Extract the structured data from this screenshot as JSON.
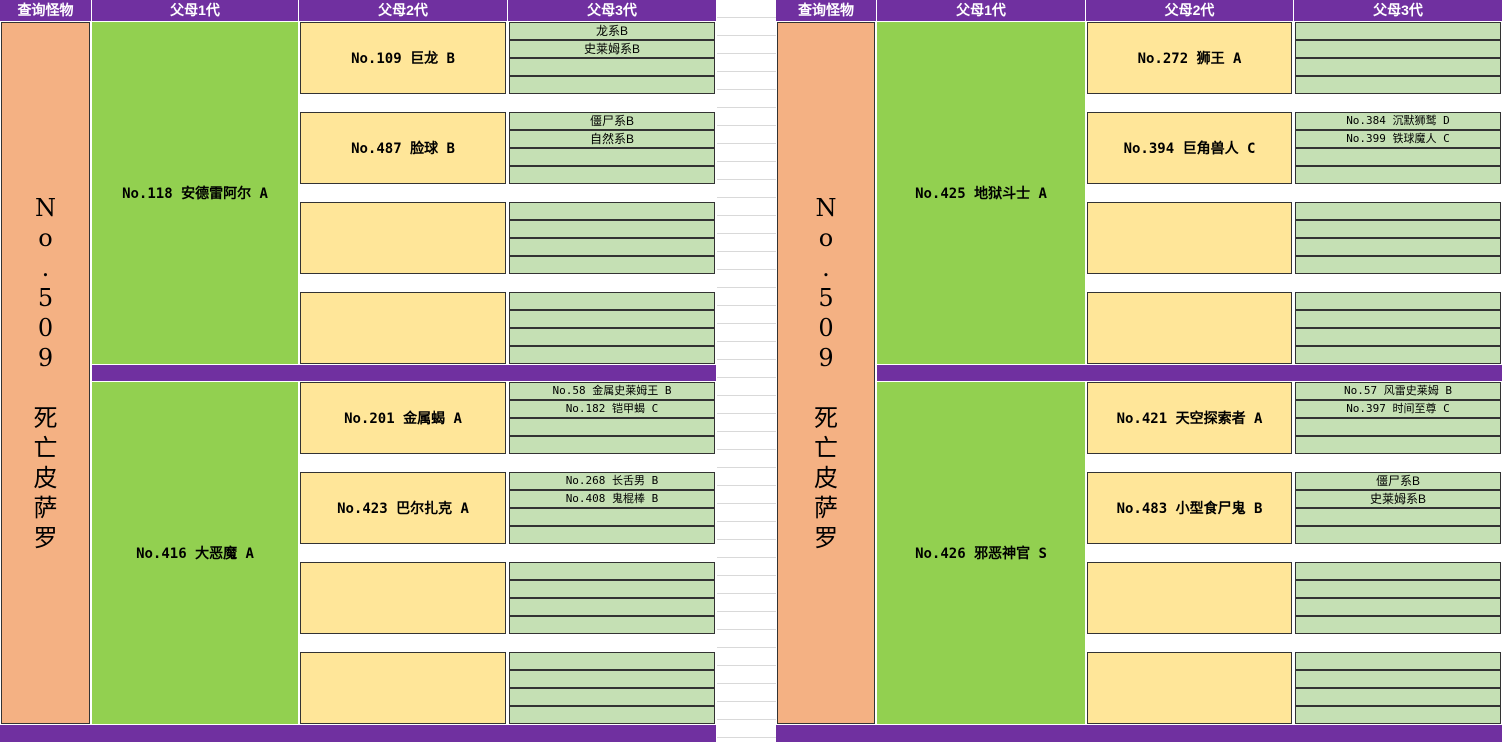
{
  "headers": [
    "查询怪物",
    "父母1代",
    "父母2代",
    "父母3代"
  ],
  "panels": [
    {
      "query_chars": [
        "N",
        "o",
        ".",
        "5",
        "0",
        "9",
        "",
        "死",
        "亡",
        "皮",
        "萨",
        "罗"
      ],
      "p1": [
        "No.118 安德雷阿尔 A",
        "No.416 大恶魔 A"
      ],
      "p2": [
        "No.109 巨龙 B",
        "No.487 脸球 B",
        "",
        "",
        "No.201 金属蝎 A",
        "No.423 巴尔扎克 A",
        "",
        ""
      ],
      "p3": [
        [
          "龙系B",
          "史莱姆系B",
          "",
          ""
        ],
        [
          "僵尸系B",
          "自然系B",
          "",
          ""
        ],
        [
          "",
          "",
          "",
          ""
        ],
        [
          "",
          "",
          "",
          ""
        ],
        [
          "No.58 金属史莱姆王 B",
          "No.182 铠甲蝎 C",
          "",
          ""
        ],
        [
          "No.268 长舌男 B",
          "No.408 鬼棍棒 B",
          "",
          ""
        ],
        [
          "",
          "",
          "",
          ""
        ],
        [
          "",
          "",
          "",
          ""
        ]
      ]
    },
    {
      "query_chars": [
        "N",
        "o",
        ".",
        "5",
        "0",
        "9",
        "",
        "死",
        "亡",
        "皮",
        "萨",
        "罗"
      ],
      "p1": [
        "No.425 地狱斗士 A",
        "No.426 邪恶神官 S"
      ],
      "p2": [
        "No.272 狮王 A",
        "No.394 巨角兽人 C",
        "",
        "",
        "No.421 天空探索者 A",
        "No.483 小型食尸鬼 B",
        "",
        ""
      ],
      "p3": [
        [
          "",
          "",
          "",
          ""
        ],
        [
          "No.384 沉默狮鹫 D",
          "No.399 铁球魔人 C",
          "",
          ""
        ],
        [
          "",
          "",
          "",
          ""
        ],
        [
          "",
          "",
          "",
          ""
        ],
        [
          "No.57 风雷史莱姆 B",
          "No.397 时间至尊 C",
          "",
          ""
        ],
        [
          "僵尸系B",
          "史莱姆系B",
          "",
          ""
        ],
        [
          "",
          "",
          "",
          ""
        ],
        [
          "",
          "",
          "",
          ""
        ]
      ]
    }
  ],
  "colors": {
    "header_purple": "#7030a0",
    "query_orange": "#f4b183",
    "parent1_green": "#92d050",
    "parent2_yellow": "#ffe699",
    "parent3_lightgreen": "#c5e0b4"
  }
}
